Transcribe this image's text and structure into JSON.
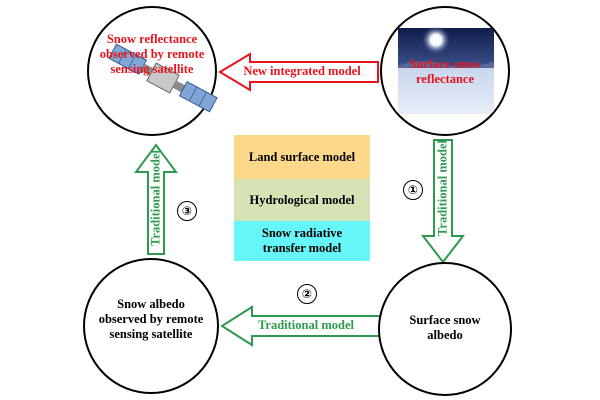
{
  "nodes": {
    "satellite_reflectance": "Snow reflectance observed by remote sensing satellite",
    "surface_reflectance": "Surface snow reflectance",
    "satellite_albedo": "Snow albedo observed by remote sensing satellite",
    "surface_albedo": "Surface snow albedo"
  },
  "arrows": {
    "top": "New integrated model",
    "right": "Traditional model",
    "bottom": "Traditional model",
    "left": "Traditional model"
  },
  "models": [
    "Land surface model",
    "Hydrological model",
    "Snow radiative transfer model"
  ],
  "model_colors": [
    "#fcd98a",
    "#d5e3b5",
    "#66f5f9"
  ],
  "numbers": [
    "①",
    "②",
    "③"
  ],
  "colors": {
    "red": "#e8141c",
    "green": "#2e9a4f"
  }
}
